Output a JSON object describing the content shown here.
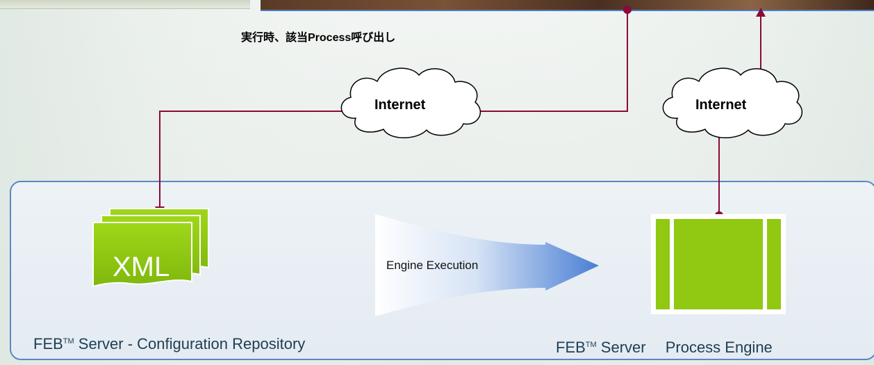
{
  "call_label": "実行時、該当Process呼び出し",
  "clouds": [
    {
      "label": "Internet"
    },
    {
      "label": "Internet"
    }
  ],
  "xml_label": "XML",
  "engine_label": "Engine Execution",
  "repo_label": {
    "name": "FEB",
    "tm": "TM",
    "rest": " Server - Configuration Repository"
  },
  "engine_server_label": {
    "name": "FEB",
    "tm": "TM",
    "rest": " Server　 Process Engine"
  },
  "colors": {
    "connector": "#8b0a3a",
    "panel_border": "#5b86c5",
    "green": "#90c812",
    "arrow_blue": "#4a7fd4"
  }
}
